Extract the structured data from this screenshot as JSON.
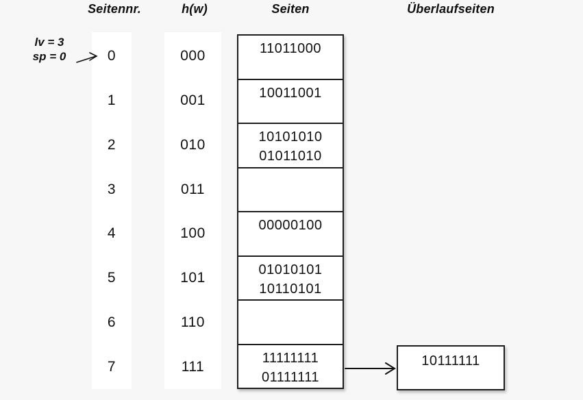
{
  "diagram": {
    "type": "linear-hashing-table",
    "colors": {
      "background": "#f7f7f8",
      "surface": "#ffffff",
      "border": "#1d1d1d",
      "text": "#101010"
    },
    "headers": {
      "page_number": "Seitennr.",
      "hash_function": "h(w)",
      "pages": "Seiten",
      "overflow_pages": "Überlaufseiten"
    },
    "annotation": {
      "line1": "lv = 3",
      "line2": "sp = 0"
    },
    "rows": [
      {
        "nr": "0",
        "hash": "000",
        "values": [
          "11011000"
        ]
      },
      {
        "nr": "1",
        "hash": "001",
        "values": [
          "10011001"
        ]
      },
      {
        "nr": "2",
        "hash": "010",
        "values": [
          "10101010",
          "01011010"
        ]
      },
      {
        "nr": "3",
        "hash": "011",
        "values": []
      },
      {
        "nr": "4",
        "hash": "100",
        "values": [
          "00000100"
        ]
      },
      {
        "nr": "5",
        "hash": "101",
        "values": [
          "01010101",
          "10110101"
        ]
      },
      {
        "nr": "6",
        "hash": "110",
        "values": []
      },
      {
        "nr": "7",
        "hash": "111",
        "values": [
          "11111111",
          "01111111"
        ]
      }
    ],
    "overflow": {
      "linked_row": "7",
      "values": [
        "10111111"
      ]
    }
  }
}
